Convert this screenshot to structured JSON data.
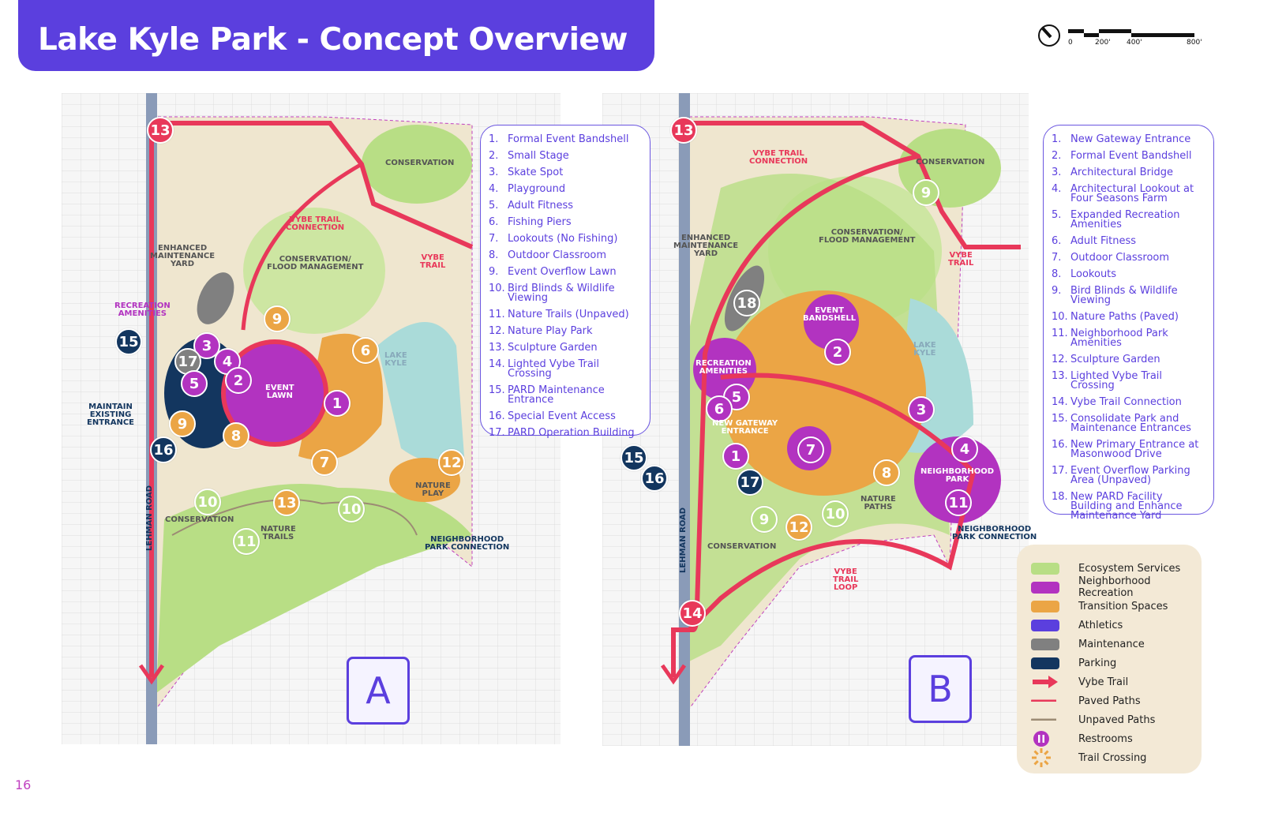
{
  "title": "Lake Kyle Park - Concept Overview",
  "scale": {
    "labels": [
      "0",
      "200'",
      "400'",
      "800'"
    ]
  },
  "page_number": "16",
  "colors": {
    "accent": "#5b3fde",
    "vybe": "#e8385a",
    "ecosystem": "#b8de85",
    "recreation": "#b233c0",
    "transition": "#eba545",
    "athletics": "#5b3fde",
    "maintenance": "#808080",
    "parking": "#13365f",
    "legend_bg": "#f3e9d6"
  },
  "concept_a": {
    "letter": "A",
    "labels": {
      "conservation_top": "CONSERVATION",
      "vybe_conn": "VYBE TRAIL\nCONNECTION",
      "vybe_trail": "VYBE\nTRAIL",
      "enhanced": "ENHANCED\nMAINTENANCE\nYARD",
      "cons_flood": "CONSERVATION/\nFLOOD MANAGEMENT",
      "rec_amen": "RECREATION\nAMENITIES",
      "lake": "LAKE\nKYLE",
      "event_lawn": "EVENT\nLAWN",
      "maintain": "MAINTAIN\nEXISTING\nENTRANCE",
      "nature_play": "NATURE\nPLAY",
      "conservation": "CONSERVATION",
      "nature_trails": "NATURE\nTRAILS",
      "nbhd": "NEIGHBORHOOD\nPARK CONNECTION",
      "road": "LEHMAN ROAD"
    },
    "markers": [
      {
        "n": "13",
        "t": "vybe"
      },
      {
        "n": "15",
        "t": "parking"
      },
      {
        "n": "3",
        "t": "recreation"
      },
      {
        "n": "17",
        "t": "maintenance"
      },
      {
        "n": "4",
        "t": "recreation"
      },
      {
        "n": "5",
        "t": "recreation"
      },
      {
        "n": "2",
        "t": "recreation"
      },
      {
        "n": "9",
        "t": "transition"
      },
      {
        "n": "6",
        "t": "transition"
      },
      {
        "n": "1",
        "t": "recreation"
      },
      {
        "n": "9",
        "t": "transition"
      },
      {
        "n": "8",
        "t": "transition"
      },
      {
        "n": "16",
        "t": "parking"
      },
      {
        "n": "7",
        "t": "transition"
      },
      {
        "n": "12",
        "t": "transition"
      },
      {
        "n": "10",
        "t": "ecosystem"
      },
      {
        "n": "13",
        "t": "transition"
      },
      {
        "n": "10",
        "t": "ecosystem"
      },
      {
        "n": "11",
        "t": "ecosystem"
      }
    ],
    "items": [
      {
        "n": "1.",
        "t": "Formal Event Bandshell"
      },
      {
        "n": "2.",
        "t": "Small Stage"
      },
      {
        "n": "3.",
        "t": "Skate Spot"
      },
      {
        "n": "4.",
        "t": "Playground"
      },
      {
        "n": "5.",
        "t": "Adult Fitness"
      },
      {
        "n": "6.",
        "t": "Fishing Piers"
      },
      {
        "n": "7.",
        "t": "Lookouts (No Fishing)"
      },
      {
        "n": "8.",
        "t": "Outdoor Classroom"
      },
      {
        "n": "9.",
        "t": "Event Overflow Lawn"
      },
      {
        "n": "10.",
        "t": "Bird Blinds & Wildlife Viewing"
      },
      {
        "n": "11.",
        "t": "Nature Trails (Unpaved)"
      },
      {
        "n": "12.",
        "t": "Nature Play Park"
      },
      {
        "n": "13.",
        "t": "Sculpture Garden"
      },
      {
        "n": "14.",
        "t": "Lighted Vybe Trail Crossing"
      },
      {
        "n": "15.",
        "t": "PARD Maintenance Entrance"
      },
      {
        "n": "16.",
        "t": "Special Event Access"
      },
      {
        "n": "17.",
        "t": "PARD Operation Building"
      }
    ]
  },
  "concept_b": {
    "letter": "B",
    "labels": {
      "conservation_top": "CONSERVATION",
      "vybe_conn": "VYBE TRAIL\nCONNECTION",
      "vybe_trail": "VYBE\nTRAIL",
      "enhanced": "ENHANCED\nMAINTENANCE\nYARD",
      "cons_flood": "CONSERVATION/\nFLOOD MANAGEMENT",
      "event_bandshell": "EVENT\nBANDSHELL",
      "rec_amen": "RECREATION\nAMENITIES",
      "lake": "LAKE\nKYLE",
      "gateway": "NEW GATEWAY\nENTRANCE",
      "nbhd_park": "NEIGHBORHOOD\nPARK",
      "nature_paths": "NATURE\nPATHS",
      "conservation": "CONSERVATION",
      "vybe_loop": "VYBE\nTRAIL\nLOOP",
      "nbhd": "NEIGHBORHOOD\nPARK CONNECTION",
      "road": "LEHMAN ROAD"
    },
    "markers": [
      {
        "n": "13",
        "t": "vybe"
      },
      {
        "n": "9",
        "t": "ecosystem"
      },
      {
        "n": "18",
        "t": "maintenance"
      },
      {
        "n": "2",
        "t": "recreation"
      },
      {
        "n": "5",
        "t": "recreation"
      },
      {
        "n": "6",
        "t": "recreation"
      },
      {
        "n": "3",
        "t": "recreation"
      },
      {
        "n": "4",
        "t": "recreation"
      },
      {
        "n": "7",
        "t": "recreation"
      },
      {
        "n": "1",
        "t": "recreation"
      },
      {
        "n": "17",
        "t": "parking"
      },
      {
        "n": "8",
        "t": "transition"
      },
      {
        "n": "15",
        "t": "parking"
      },
      {
        "n": "16",
        "t": "parking"
      },
      {
        "n": "11",
        "t": "recreation"
      },
      {
        "n": "9",
        "t": "ecosystem"
      },
      {
        "n": "12",
        "t": "transition"
      },
      {
        "n": "10",
        "t": "ecosystem"
      },
      {
        "n": "14",
        "t": "vybe"
      }
    ],
    "items": [
      {
        "n": "1.",
        "t": "New Gateway Entrance"
      },
      {
        "n": "2.",
        "t": "Formal Event Bandshell"
      },
      {
        "n": "3.",
        "t": "Architectural Bridge"
      },
      {
        "n": "4.",
        "t": "Architectural Lookout at Four Seasons Farm"
      },
      {
        "n": "5.",
        "t": "Expanded Recreation Amenities"
      },
      {
        "n": "6.",
        "t": "Adult Fitness"
      },
      {
        "n": "7.",
        "t": "Outdoor Classroom"
      },
      {
        "n": "8.",
        "t": "Lookouts"
      },
      {
        "n": "9.",
        "t": "Bird Blinds & Wildlife Viewing"
      },
      {
        "n": "10.",
        "t": "Nature Paths (Paved)"
      },
      {
        "n": "11.",
        "t": "Neighborhood Park Amenities"
      },
      {
        "n": "12.",
        "t": "Sculpture Garden"
      },
      {
        "n": "13.",
        "t": "Lighted Vybe Trail Crossing"
      },
      {
        "n": "14.",
        "t": "Vybe Trail Connection"
      },
      {
        "n": "15.",
        "t": "Consolidate Park and Maintenance Entrances"
      },
      {
        "n": "16.",
        "t": "New Primary Entrance at Masonwood Drive"
      },
      {
        "n": "17.",
        "t": "Event Overflow Parking Area (Unpaved)"
      },
      {
        "n": "18.",
        "t": "New PARD Facility Building and Enhance Maintenance Yard"
      }
    ]
  },
  "legend": [
    {
      "label": "Ecosystem Services",
      "type": "ecosystem",
      "icon": "swatch"
    },
    {
      "label": "Neighborhood Recreation",
      "type": "recreation",
      "icon": "swatch"
    },
    {
      "label": "Transition Spaces",
      "type": "transition",
      "icon": "swatch"
    },
    {
      "label": "Athletics",
      "type": "athletics",
      "icon": "swatch"
    },
    {
      "label": "Maintenance",
      "type": "maintenance",
      "icon": "swatch"
    },
    {
      "label": "Parking",
      "type": "parking",
      "icon": "swatch"
    },
    {
      "label": "Vybe Trail",
      "type": "vybe",
      "icon": "arrow-icon"
    },
    {
      "label": "Paved Paths",
      "type": "vybe",
      "icon": "line-icon"
    },
    {
      "label": "Unpaved Paths",
      "type": "unpaved",
      "icon": "line-icon"
    },
    {
      "label": "Restrooms",
      "type": "recreation",
      "icon": "restroom-icon"
    },
    {
      "label": "Trail Crossing",
      "type": "transition",
      "icon": "sunburst-icon"
    }
  ]
}
